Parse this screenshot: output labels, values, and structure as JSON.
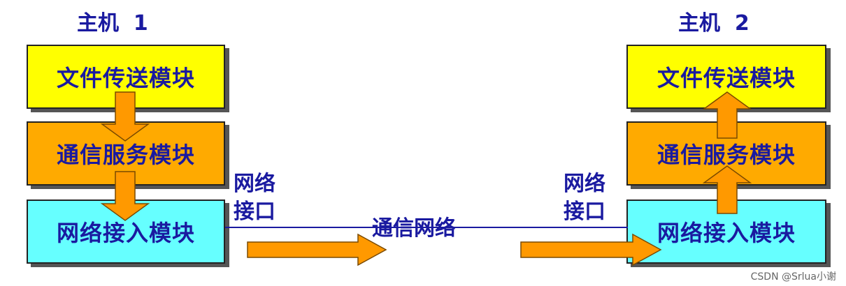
{
  "host1": {
    "title": "主机  1",
    "layers": {
      "file_transfer": "文件传送模块",
      "comm_service": "通信服务模块",
      "net_access": "网络接入模块"
    },
    "interface_label_line1": "网络",
    "interface_label_line2": "接口"
  },
  "host2": {
    "title": "主机  2",
    "layers": {
      "file_transfer": "文件传送模块",
      "comm_service": "通信服务模块",
      "net_access": "网络接入模块"
    },
    "interface_label_line1": "网络",
    "interface_label_line2": "接口"
  },
  "network": {
    "label": "通信网络"
  },
  "watermark": "CSDN @Srlua小谢",
  "colors": {
    "file_box": "#ffff00",
    "comm_box": "#ffaa00",
    "net_box": "#66ffff",
    "arrow": "#ff9900",
    "text": "#1a1aa0"
  }
}
